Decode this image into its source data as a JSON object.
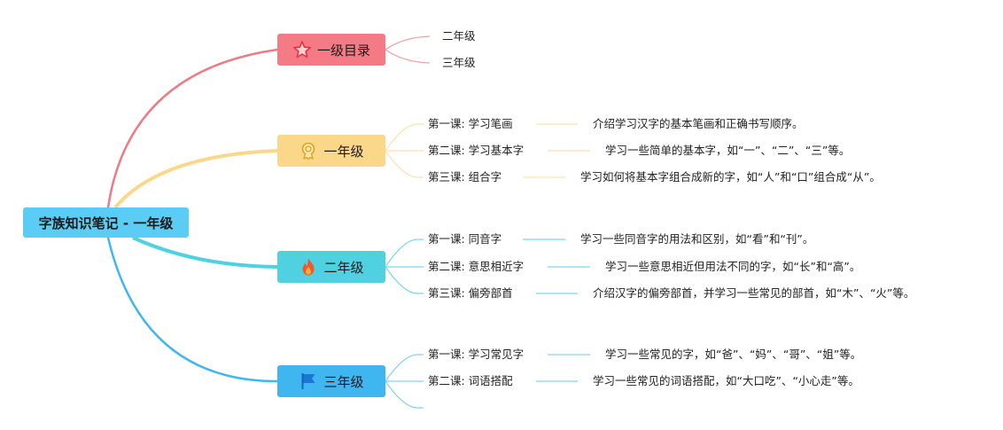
{
  "root": {
    "label": "字族知识笔记 - 一年级"
  },
  "branches": [
    {
      "label": "一级目录",
      "icon": "star-icon",
      "color": "#f47a86",
      "line_color": "#f0a0a8",
      "children": [
        {
          "label": "二年级",
          "desc": ""
        },
        {
          "label": "三年级",
          "desc": ""
        }
      ]
    },
    {
      "label": "一年级",
      "icon": "medal-icon",
      "color": "#fbd78a",
      "line_color": "#fbe2b0",
      "children": [
        {
          "label": "第一课: 学习笔画",
          "desc": "介绍学习汉字的基本笔画和正确书写顺序。"
        },
        {
          "label": "第二课: 学习基本字",
          "desc": "学习一些简单的基本字，如“一”、“二”、“三”等。"
        },
        {
          "label": "第三课: 组合字",
          "desc": "学习如何将基本字组合成新的字，如“人”和“口”组合成“从”。"
        }
      ]
    },
    {
      "label": "二年级",
      "icon": "fire-icon",
      "color": "#4fd1e2",
      "line_color": "#7ad8e8",
      "children": [
        {
          "label": "第一课: 同音字",
          "desc": "学习一些同音字的用法和区别，如“看”和“刊”。"
        },
        {
          "label": "第二课: 意思相近字",
          "desc": "学习一些意思相近但用法不同的字，如“长”和“高”。"
        },
        {
          "label": "第三课: 偏旁部首",
          "desc": "介绍汉字的偏旁部首，并学习一些常见的部首，如“木”、“火”等。"
        }
      ]
    },
    {
      "label": "三年级",
      "icon": "flag-icon",
      "color": "#3fb6ef",
      "line_color": "#8ccff2",
      "children": [
        {
          "label": "第一课: 学习常见字",
          "desc": "学习一些常见的字，如“爸”、“妈”、“哥”、“姐”等。"
        },
        {
          "label": "第二课: 词语搭配",
          "desc": "学习一些常见的词语搭配，如“大口吃”、“小心走”等。"
        },
        {
          "label": "",
          "desc": ""
        }
      ]
    }
  ]
}
